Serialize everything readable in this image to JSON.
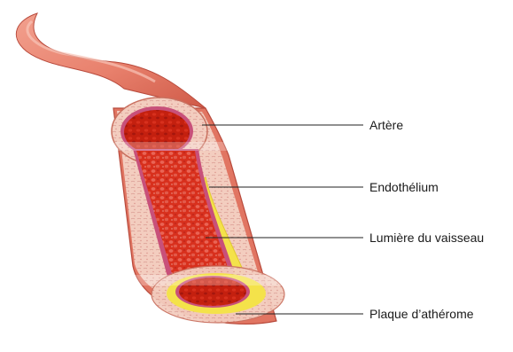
{
  "labels": [
    "Artère",
    "Endothélium",
    "Lumière du vaisseau",
    "Plaque d’athérome"
  ],
  "colors": {
    "artery_outer": "#e8806c",
    "artery_dark": "#c7443a",
    "wall": "#f3cdbf",
    "wall_texture": "#d98f86",
    "endothelium": "#c8507a",
    "blood": "#d8301d",
    "blood_dark": "#a5160d",
    "cells": "#e7645a",
    "plaque": "#f4e24a",
    "pointer": "#222222"
  },
  "icons": {
    "vessel": "artery-cross-section-illustration"
  }
}
